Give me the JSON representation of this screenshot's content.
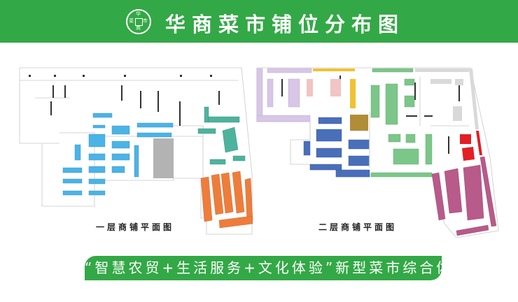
{
  "header": {
    "title": "华商菜市铺位分布图",
    "logo_chars": [
      "华",
      "菜",
      "市",
      "商"
    ]
  },
  "floor1": {
    "caption": "一层商铺平面图"
  },
  "floor2": {
    "caption": "二层商铺平面图"
  },
  "slogan": "“智慧农贸+生活服务+文化体验”新型菜市综合体",
  "colors": {
    "brand_green": "#33a846",
    "zone_blue_f1": "#4cb3e6",
    "zone_teal": "#4db39c",
    "zone_orange": "#ee7d3c",
    "zone_gray": "#b3b3b3",
    "zone_lavender": "#d8c6e6",
    "zone_pink": "#f2c4c4",
    "zone_yellow": "#f1c232",
    "zone_olive": "#b08d36",
    "zone_green": "#7cc68a",
    "zone_blue_f2": "#4a6fba",
    "zone_red": "#e31e24",
    "zone_mauve": "#b85a8a",
    "zone_light_gray": "#d9d9d9"
  }
}
